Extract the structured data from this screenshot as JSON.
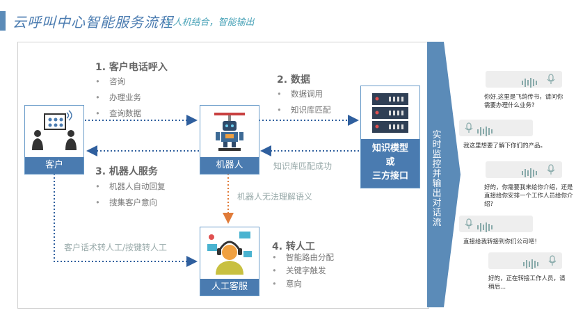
{
  "header": {
    "title": "云呼叫中心智能服务流程",
    "subtitle": "| 人机结合，智能输出"
  },
  "nodes": {
    "customer": "客户",
    "robot": "机器人",
    "knowledge": {
      "line1": "知识模型",
      "line2": "或",
      "line3": "三方接口"
    },
    "agent": "人工客服"
  },
  "steps": {
    "s1": {
      "title": "1. 客户电话呼入",
      "items": [
        "咨询",
        "办理业务",
        "查询数据"
      ]
    },
    "s2": {
      "title": "2. 数据",
      "items": [
        "数据调用",
        "知识库匹配"
      ]
    },
    "s3": {
      "title": "3. 机器人服务",
      "items": [
        "机器人自动回复",
        "搜集客户意向"
      ]
    },
    "s4": {
      "title": "4. 转人工",
      "items": [
        "智能路由分配",
        "关键字触发",
        "意向"
      ]
    }
  },
  "notes": {
    "match_success": "知识库匹配成功",
    "cannot_understand": "机器人无法理解语义",
    "transfer": "客户话术转人工/按键转人工"
  },
  "band": "实时监控并输出对话流",
  "chat": [
    {
      "side": "right",
      "text": "你好,这里是飞鸽传书，请问你需要办理什么业务?"
    },
    {
      "side": "left",
      "text": "我这里想要了解下你们的产品。"
    },
    {
      "side": "right",
      "text": "好的，你需要我来给你介绍，还是直接给你安排一个工作人员给你介绍?"
    },
    {
      "side": "left",
      "text": "直接给我转接到你们公司吧！"
    },
    {
      "side": "right",
      "text": "好的，正在转接工作人员，请稍后..."
    }
  ],
  "colors": {
    "accent": "#4a7bb0",
    "arrow": "#2f5f9e",
    "orange_arrow": "#e07b39"
  }
}
